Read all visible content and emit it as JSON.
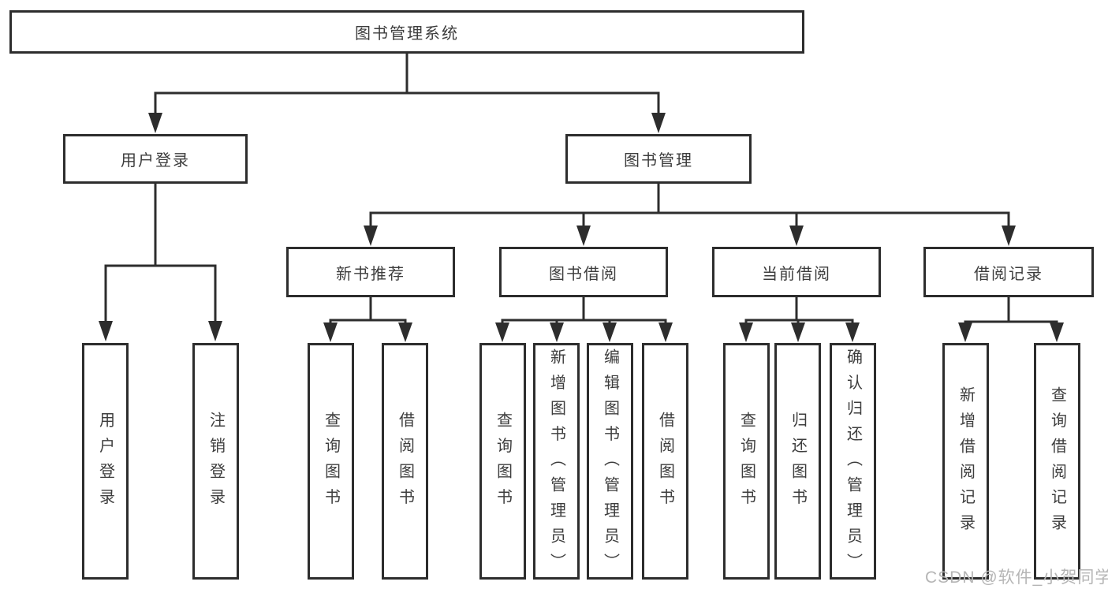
{
  "title": "图书管理系统",
  "tree": {
    "label": "图书管理系统",
    "children": [
      {
        "label": "用户登录",
        "children": [
          {
            "label": "用户登录"
          },
          {
            "label": "注销登录"
          }
        ]
      },
      {
        "label": "图书管理",
        "children": [
          {
            "label": "新书推荐",
            "children": [
              {
                "label": "查询图书"
              },
              {
                "label": "借阅图书"
              }
            ]
          },
          {
            "label": "图书借阅",
            "children": [
              {
                "label": "查询图书"
              },
              {
                "label": "新增图书（管理员）"
              },
              {
                "label": "编辑图书（管理员）"
              },
              {
                "label": "借阅图书"
              }
            ]
          },
          {
            "label": "当前借阅",
            "children": [
              {
                "label": "查询图书"
              },
              {
                "label": "归还图书"
              },
              {
                "label": "确认归还（管理员）"
              }
            ]
          },
          {
            "label": "借阅记录",
            "children": [
              {
                "label": "新增借阅记录"
              },
              {
                "label": "查询借阅记录"
              }
            ]
          }
        ]
      }
    ]
  },
  "watermark": "CSDN @软件_小贺同学",
  "colors": {
    "line": "#2d2d2d",
    "box_border": "#2d2d2d",
    "text": "#3d3d3d",
    "background": "#ffffff",
    "watermark": "#b5b5b5"
  }
}
